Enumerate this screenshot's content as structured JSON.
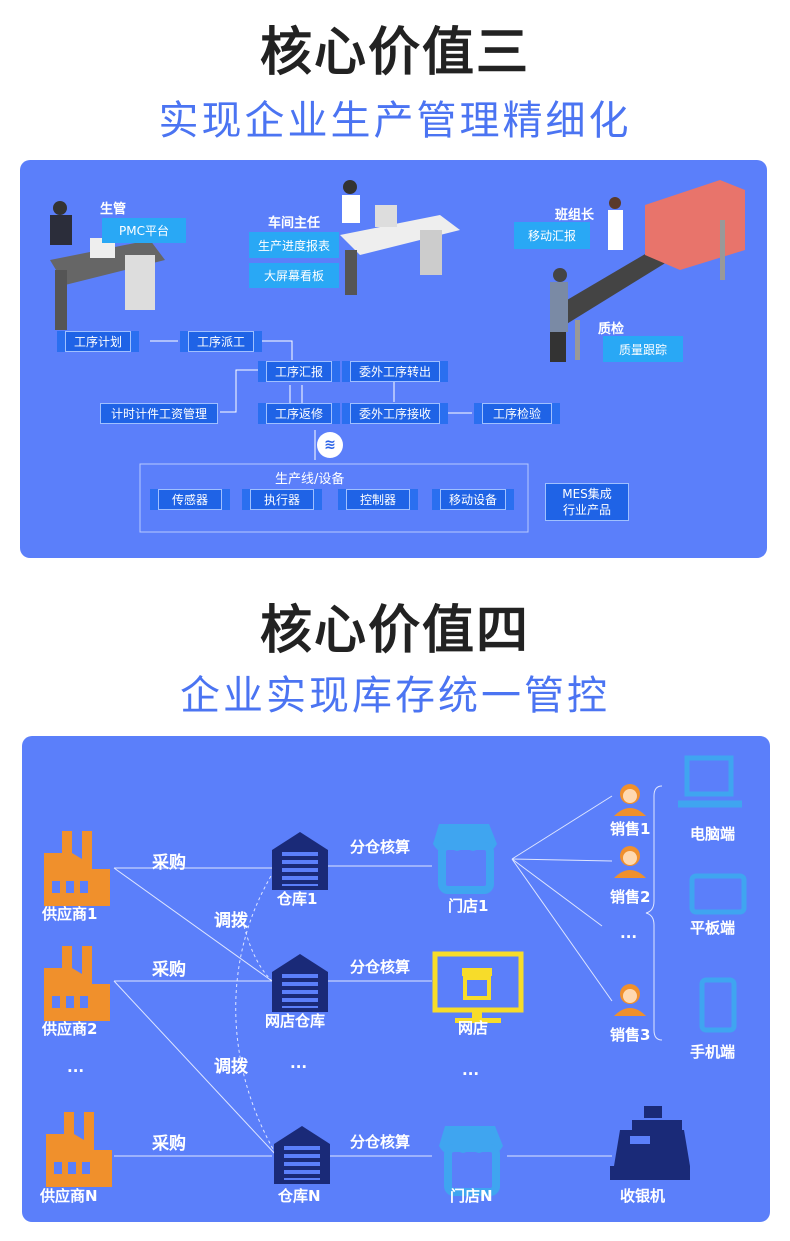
{
  "section3": {
    "title": "核心价值三",
    "subtitle": "实现企业生产管理精细化",
    "roles": {
      "manager": "生管",
      "workshop": "车间主任",
      "leader": "班组长",
      "qc": "质检"
    },
    "cards": {
      "pmc": "PMC平台",
      "progress": "生产进度报表",
      "screen": "大屏幕看板",
      "mobile": "移动汇报",
      "quality": "质量跟踪"
    },
    "flow": {
      "plan": "工序计划",
      "dispatch": "工序派工",
      "report": "工序汇报",
      "out": "委外工序转出",
      "wage": "计时计件工资管理",
      "rework": "工序返修",
      "receive": "委外工序接收",
      "inspect": "工序检验"
    },
    "line": {
      "title": "生产线/设备",
      "items": [
        "传感器",
        "执行器",
        "控制器",
        "移动设备"
      ],
      "mes": "MES集成\n行业产品"
    }
  },
  "section4": {
    "title": "核心价值四",
    "subtitle": "企业实现库存统一管控",
    "suppliers": [
      "供应商1",
      "供应商2",
      "...",
      "供应商N"
    ],
    "purchase": "采购",
    "transfer": "调拨",
    "accounting": "分仓核算",
    "warehouses": [
      "仓库1",
      "网店仓库",
      "...",
      "仓库N"
    ],
    "stores": [
      "门店1",
      "网店",
      "...",
      "门店N"
    ],
    "sales": [
      "销售1",
      "销售2",
      "...",
      "销售3"
    ],
    "devices": [
      "电脑端",
      "平板端",
      "手机端"
    ],
    "cashier": "收银机",
    "colors": {
      "panel": "#5b7ffa",
      "factory": "#f0902c",
      "warehouse": "#1a2a78",
      "store": "#3fa5f0",
      "online": "#f7dc2a"
    }
  }
}
